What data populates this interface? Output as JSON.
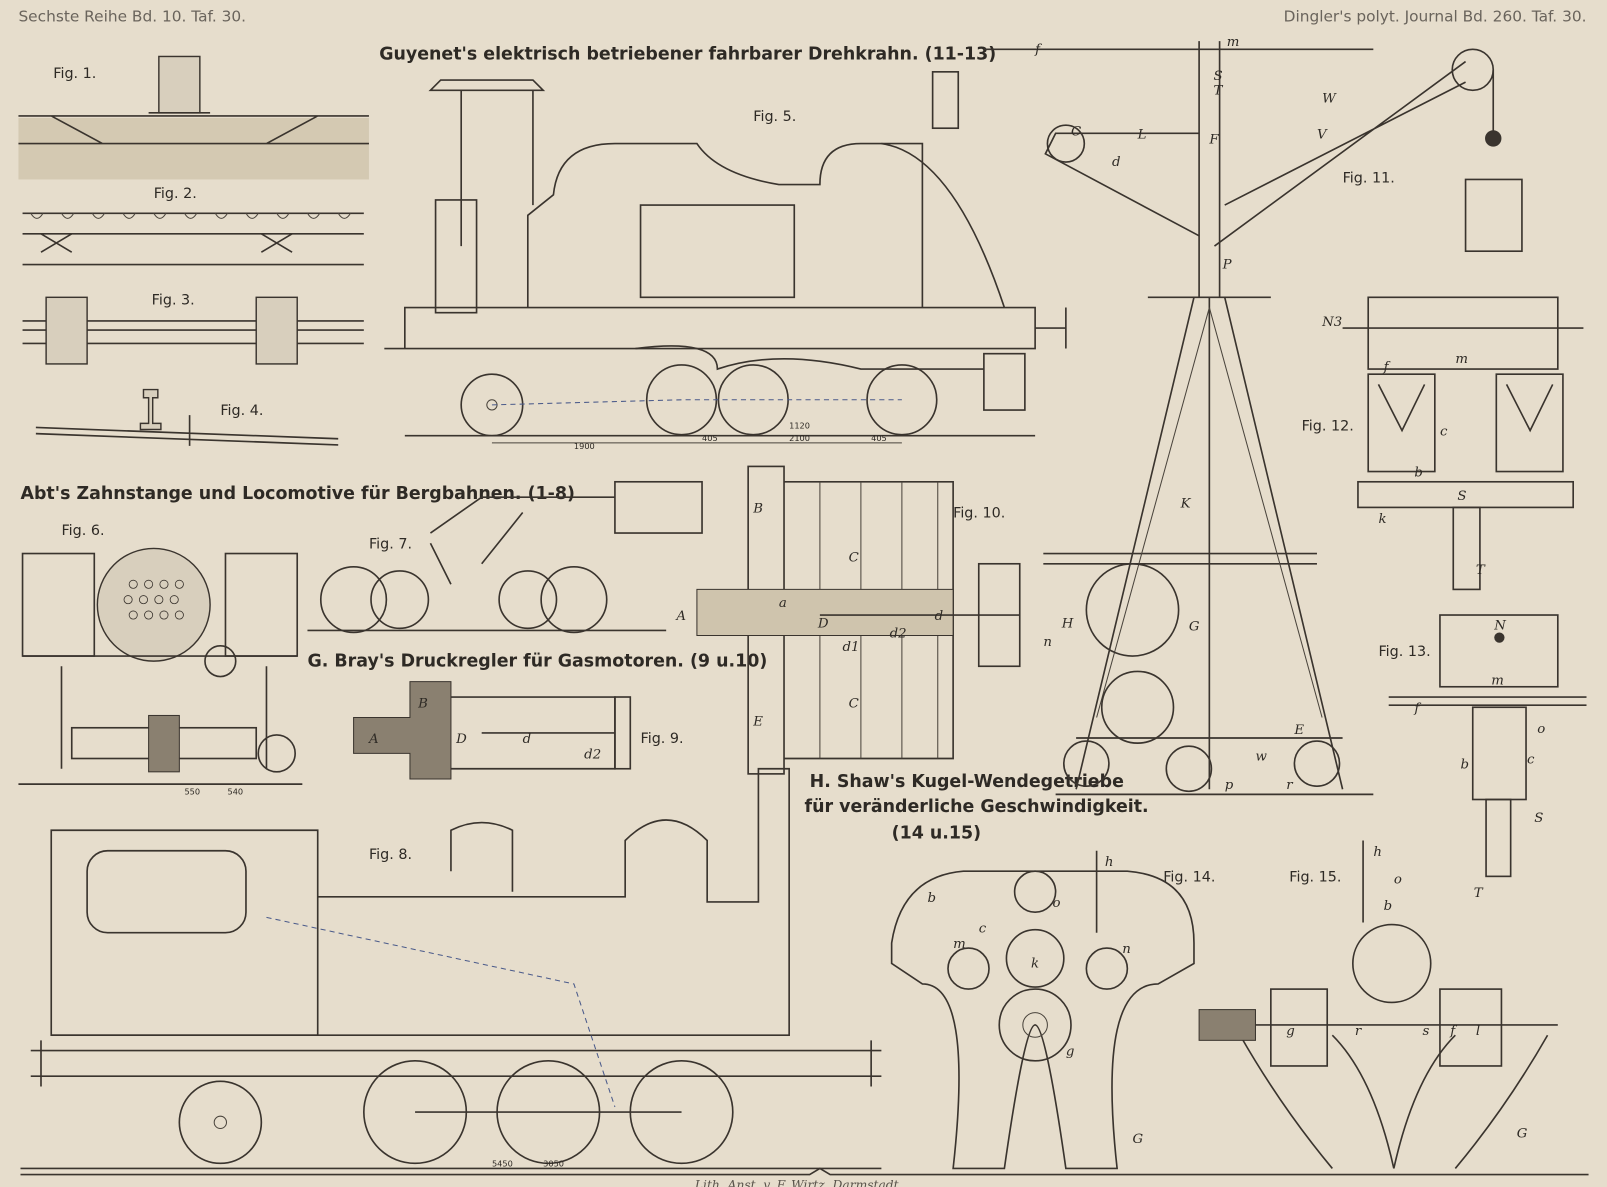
{
  "header": {
    "left": "Sechste Reihe Bd. 10. Taf. 30.",
    "right": "Dingler's polyt. Journal Bd. 260. Taf. 30."
  },
  "titles": {
    "crane": "Guyenet's elektrisch betriebener fahrbarer Drehkrahn. (11-13)",
    "abt": "Abt's Zahnstange und Locomotive für Bergbahnen. (1-8)",
    "bray": "G. Bray's Druckregler für Gasmotoren. (9 u.10)",
    "shaw_1": "H. Shaw's Kugel-Wendegetriebe",
    "shaw_2": "für veränderliche Geschwindigkeit.",
    "shaw_3": "(14 u.15)"
  },
  "figures": [
    "Fig. 1.",
    "Fig. 2.",
    "Fig. 3.",
    "Fig. 4.",
    "Fig. 5.",
    "Fig. 6.",
    "Fig. 7.",
    "Fig. 8.",
    "Fig. 9.",
    "Fig. 10.",
    "Fig. 11.",
    "Fig. 12.",
    "Fig. 13.",
    "Fig. 14.",
    "Fig. 15."
  ],
  "dimensions": {
    "fig5": [
      "1900",
      "405",
      "1120",
      "2100",
      "405"
    ],
    "fig6": [
      "550",
      "540"
    ],
    "fig8": [
      "5450",
      "3050"
    ]
  },
  "labels": {
    "fig9": [
      "A",
      "B",
      "D",
      "d",
      "d2"
    ],
    "fig10": [
      "A",
      "B",
      "C",
      "C",
      "D",
      "E",
      "a",
      "d",
      "d1",
      "d2"
    ],
    "fig11": [
      "f",
      "m",
      "S",
      "T",
      "C",
      "L",
      "F",
      "W",
      "V",
      "d",
      "P",
      "K",
      "G",
      "H",
      "n",
      "p",
      "w",
      "r",
      "E"
    ],
    "fig12": [
      "N3",
      "m",
      "f",
      "c",
      "b",
      "S",
      "k",
      "T"
    ],
    "fig13": [
      "N",
      "m",
      "f",
      "o",
      "b",
      "c",
      "S",
      "T"
    ],
    "fig14": [
      "h",
      "b",
      "o",
      "c",
      "m",
      "k",
      "n",
      "g",
      "G"
    ],
    "fig15": [
      "h",
      "o",
      "b",
      "g",
      "r",
      "s",
      "f",
      "l",
      "G"
    ]
  },
  "footer": {
    "lithographer": "Lith. Anst. v. F. Wirtz, Darmstadt."
  }
}
